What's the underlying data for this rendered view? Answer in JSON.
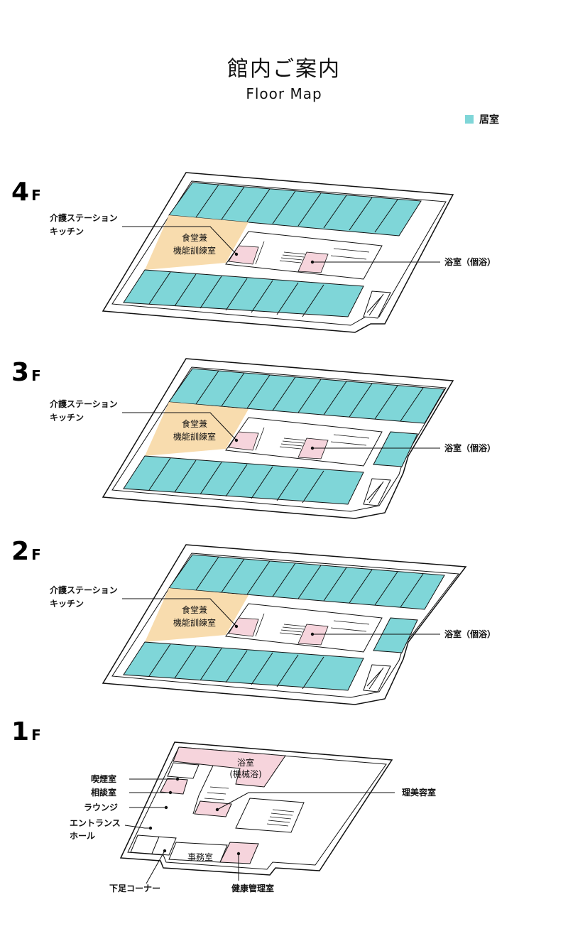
{
  "header": {
    "title": "館内ご案内",
    "subtitle": "Floor Map"
  },
  "legend": {
    "label": "居室",
    "color": "#7fd6d8"
  },
  "colors": {
    "room": "#7fd6d8",
    "dining": "#f8dcae",
    "bath": "#f6d4dc",
    "outline": "#111111"
  },
  "floors": [
    {
      "num": "4",
      "unit": "F",
      "labels": {
        "station": "介護ステーション",
        "kitchen": "キッチン",
        "dining1": "食堂兼",
        "dining2": "機能訓練室",
        "bath": "浴室（個浴）"
      }
    },
    {
      "num": "3",
      "unit": "F",
      "labels": {
        "station": "介護ステーション",
        "kitchen": "キッチン",
        "dining1": "食堂兼",
        "dining2": "機能訓練室",
        "bath": "浴室（個浴）"
      }
    },
    {
      "num": "2",
      "unit": "F",
      "labels": {
        "station": "介護ステーション",
        "kitchen": "キッチン",
        "dining1": "食堂兼",
        "dining2": "機能訓練室",
        "bath": "浴室（個浴）"
      }
    },
    {
      "num": "1",
      "unit": "F",
      "labels": {
        "bath_title": "浴室",
        "bath_sub": "(機械浴)",
        "smoking": "喫煙室",
        "consult": "相談室",
        "lounge": "ラウンジ",
        "entrance1": "エントランス",
        "entrance2": "ホール",
        "barber": "理美容室",
        "office": "事務室",
        "shoes": "下足コーナー",
        "health": "健康管理室"
      }
    }
  ]
}
